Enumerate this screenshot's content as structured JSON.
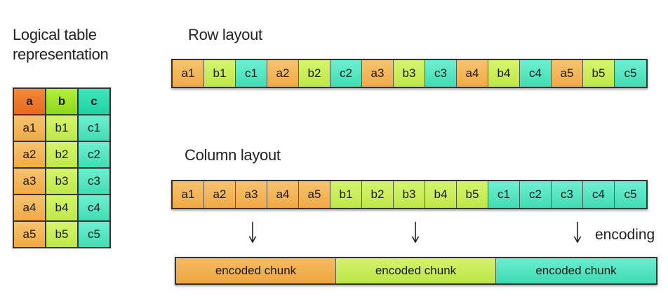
{
  "logical_table": {
    "title_line1": "Logical table",
    "title_line2": "representation",
    "headers": [
      "a",
      "b",
      "c"
    ],
    "rows": [
      [
        "a1",
        "b1",
        "c1"
      ],
      [
        "a2",
        "b2",
        "c2"
      ],
      [
        "a3",
        "b3",
        "c3"
      ],
      [
        "a4",
        "b4",
        "c4"
      ],
      [
        "a5",
        "b5",
        "c5"
      ]
    ]
  },
  "row_layout": {
    "title": "Row layout",
    "cells": [
      "a1",
      "b1",
      "c1",
      "a2",
      "b2",
      "c2",
      "a3",
      "b3",
      "c3",
      "a4",
      "b4",
      "c4",
      "a5",
      "b5",
      "c5"
    ]
  },
  "column_layout": {
    "title": "Column layout",
    "cells": [
      "a1",
      "a2",
      "a3",
      "a4",
      "a5",
      "b1",
      "b2",
      "b3",
      "b4",
      "b5",
      "c1",
      "c2",
      "c3",
      "c4",
      "c5"
    ]
  },
  "encoding": {
    "label": "encoding",
    "chunks": [
      "encoded chunk",
      "encoded chunk",
      "encoded chunk"
    ]
  },
  "colors": {
    "column_a": "#f1a946",
    "column_b": "#bfe74a",
    "column_c": "#42dcb3",
    "header_a": "#e8691c",
    "header_b": "#8fd61b",
    "header_c": "#1fd1a4"
  }
}
